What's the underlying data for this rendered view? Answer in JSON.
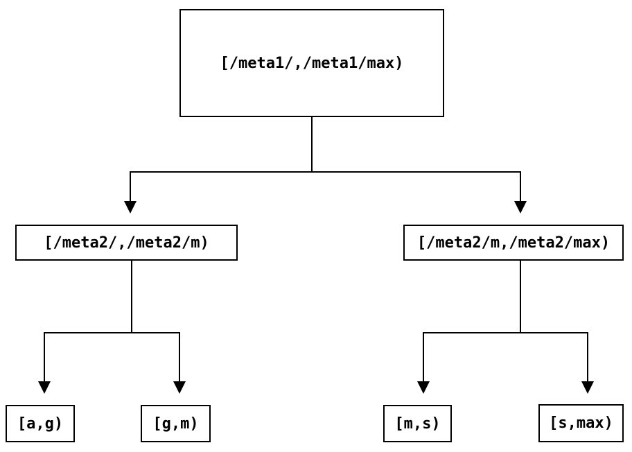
{
  "diagram": {
    "type": "tree",
    "nodes": {
      "root": {
        "label": "[/meta1/,/meta1/max)"
      },
      "mid_left": {
        "label": "[/meta2/,/meta2/m)"
      },
      "mid_right": {
        "label": "[/meta2/m,/meta2/max)"
      },
      "leaf_ag": {
        "label": "[a,g)"
      },
      "leaf_gm": {
        "label": "[g,m)"
      },
      "leaf_ms": {
        "label": "[m,s)"
      },
      "leaf_smax": {
        "label": "[s,max)"
      }
    },
    "edges": [
      {
        "from": "root",
        "to": "mid_left"
      },
      {
        "from": "root",
        "to": "mid_right"
      },
      {
        "from": "mid_left",
        "to": "leaf_ag"
      },
      {
        "from": "mid_left",
        "to": "leaf_gm"
      },
      {
        "from": "mid_right",
        "to": "leaf_ms"
      },
      {
        "from": "mid_right",
        "to": "leaf_smax"
      }
    ],
    "colors": {
      "background": "#ffffff",
      "line": "#000000",
      "text": "#000000",
      "node_fill": "#ffffff"
    }
  }
}
